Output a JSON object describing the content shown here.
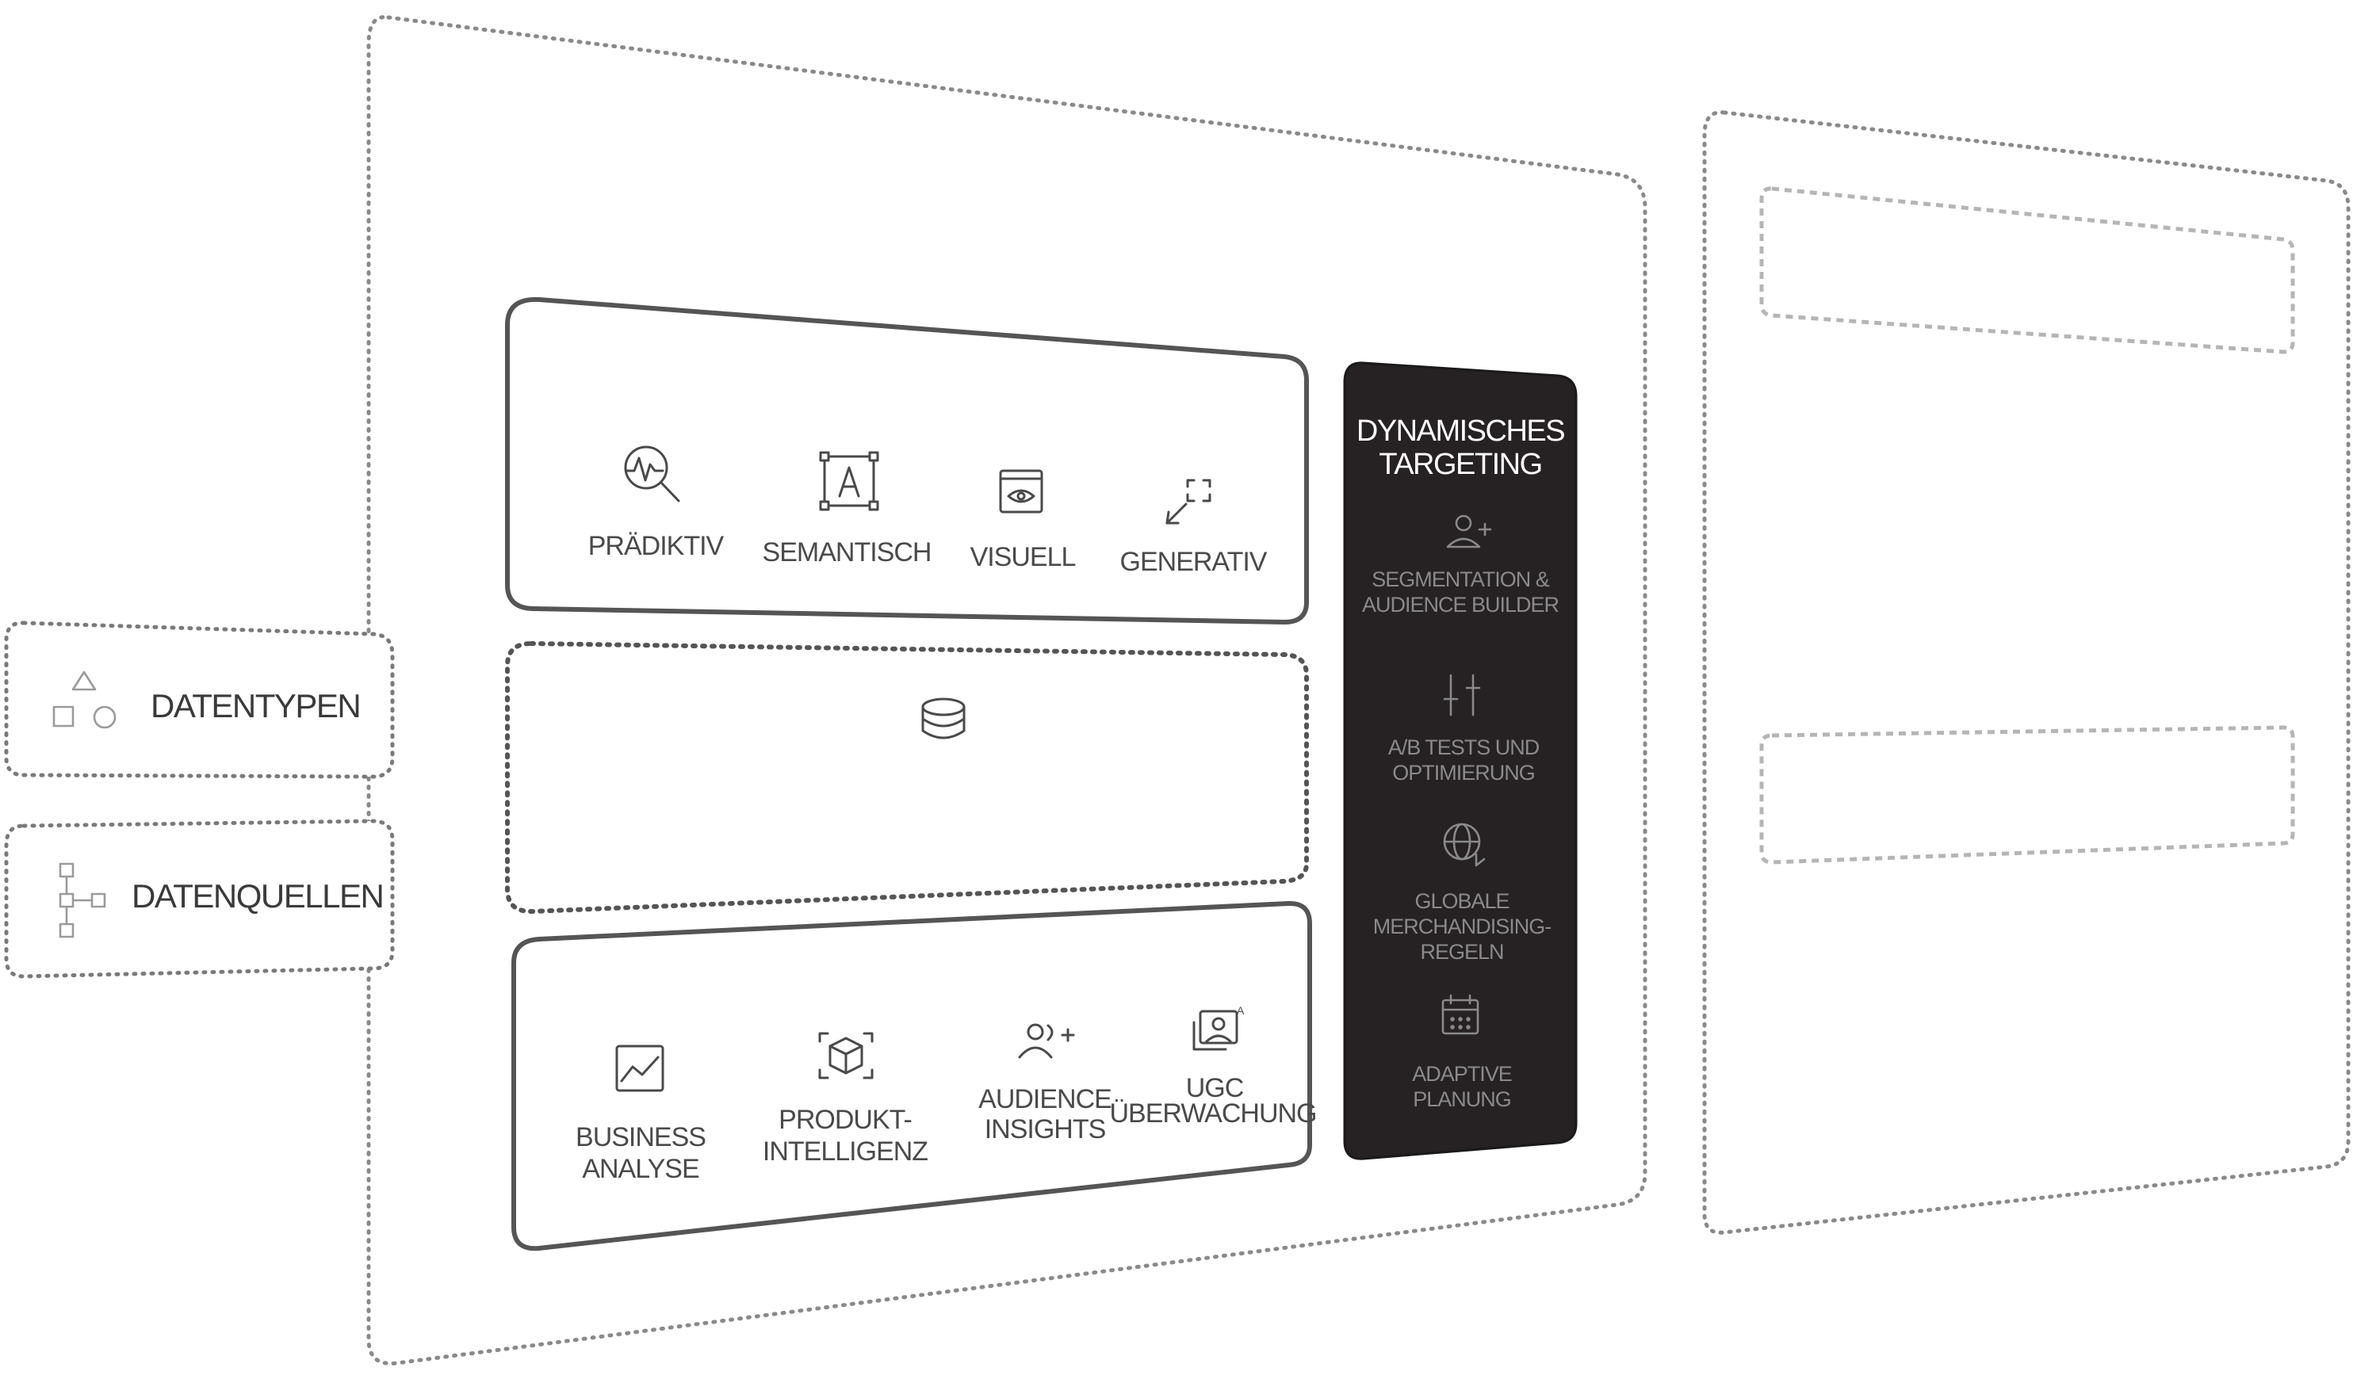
{
  "side_panels": {
    "datentypen": "DATENTYPEN",
    "datenquellen": "DATENQUELLEN"
  },
  "ai_types": [
    "PRÄDIKTIV",
    "SEMANTISCH",
    "VISUELL",
    "GENERATIV"
  ],
  "insights": [
    [
      "BUSINESS",
      "ANALYSE"
    ],
    [
      "PRODUKT-",
      "INTELLIGENZ"
    ],
    [
      "AUDIENCE",
      "INSIGHTS"
    ],
    [
      "UGC",
      "ÜBERWACHUNG"
    ]
  ],
  "targeting": {
    "title": [
      "DYNAMISCHES",
      "TARGETING"
    ],
    "items": [
      [
        "SEGMENTATION &",
        "AUDIENCE BUILDER"
      ],
      [
        "A/B TESTS UND",
        "OPTIMIERUNG"
      ],
      [
        "GLOBALE",
        "MERCHANDISING-",
        "REGELN"
      ],
      [
        "ADAPTIVE",
        "PLANUNG"
      ]
    ]
  },
  "colors": {
    "dark_panel": "#262123",
    "stroke": "#555555",
    "dotted": "#8a8a8a"
  },
  "icons": {
    "datentypen": "shapes-icon",
    "datenquellen": "hierarchy-icon",
    "database": "database-icon",
    "ai_types": [
      "chart-search-icon",
      "text-frame-icon",
      "eye-window-icon",
      "expand-arrow-icon"
    ],
    "insights": [
      "line-chart-icon",
      "cube-icon",
      "user-add-icon",
      "image-user-icon"
    ],
    "targeting": [
      "user-plus-icon",
      "sliders-icon",
      "globe-cursor-icon",
      "calendar-icon"
    ]
  }
}
